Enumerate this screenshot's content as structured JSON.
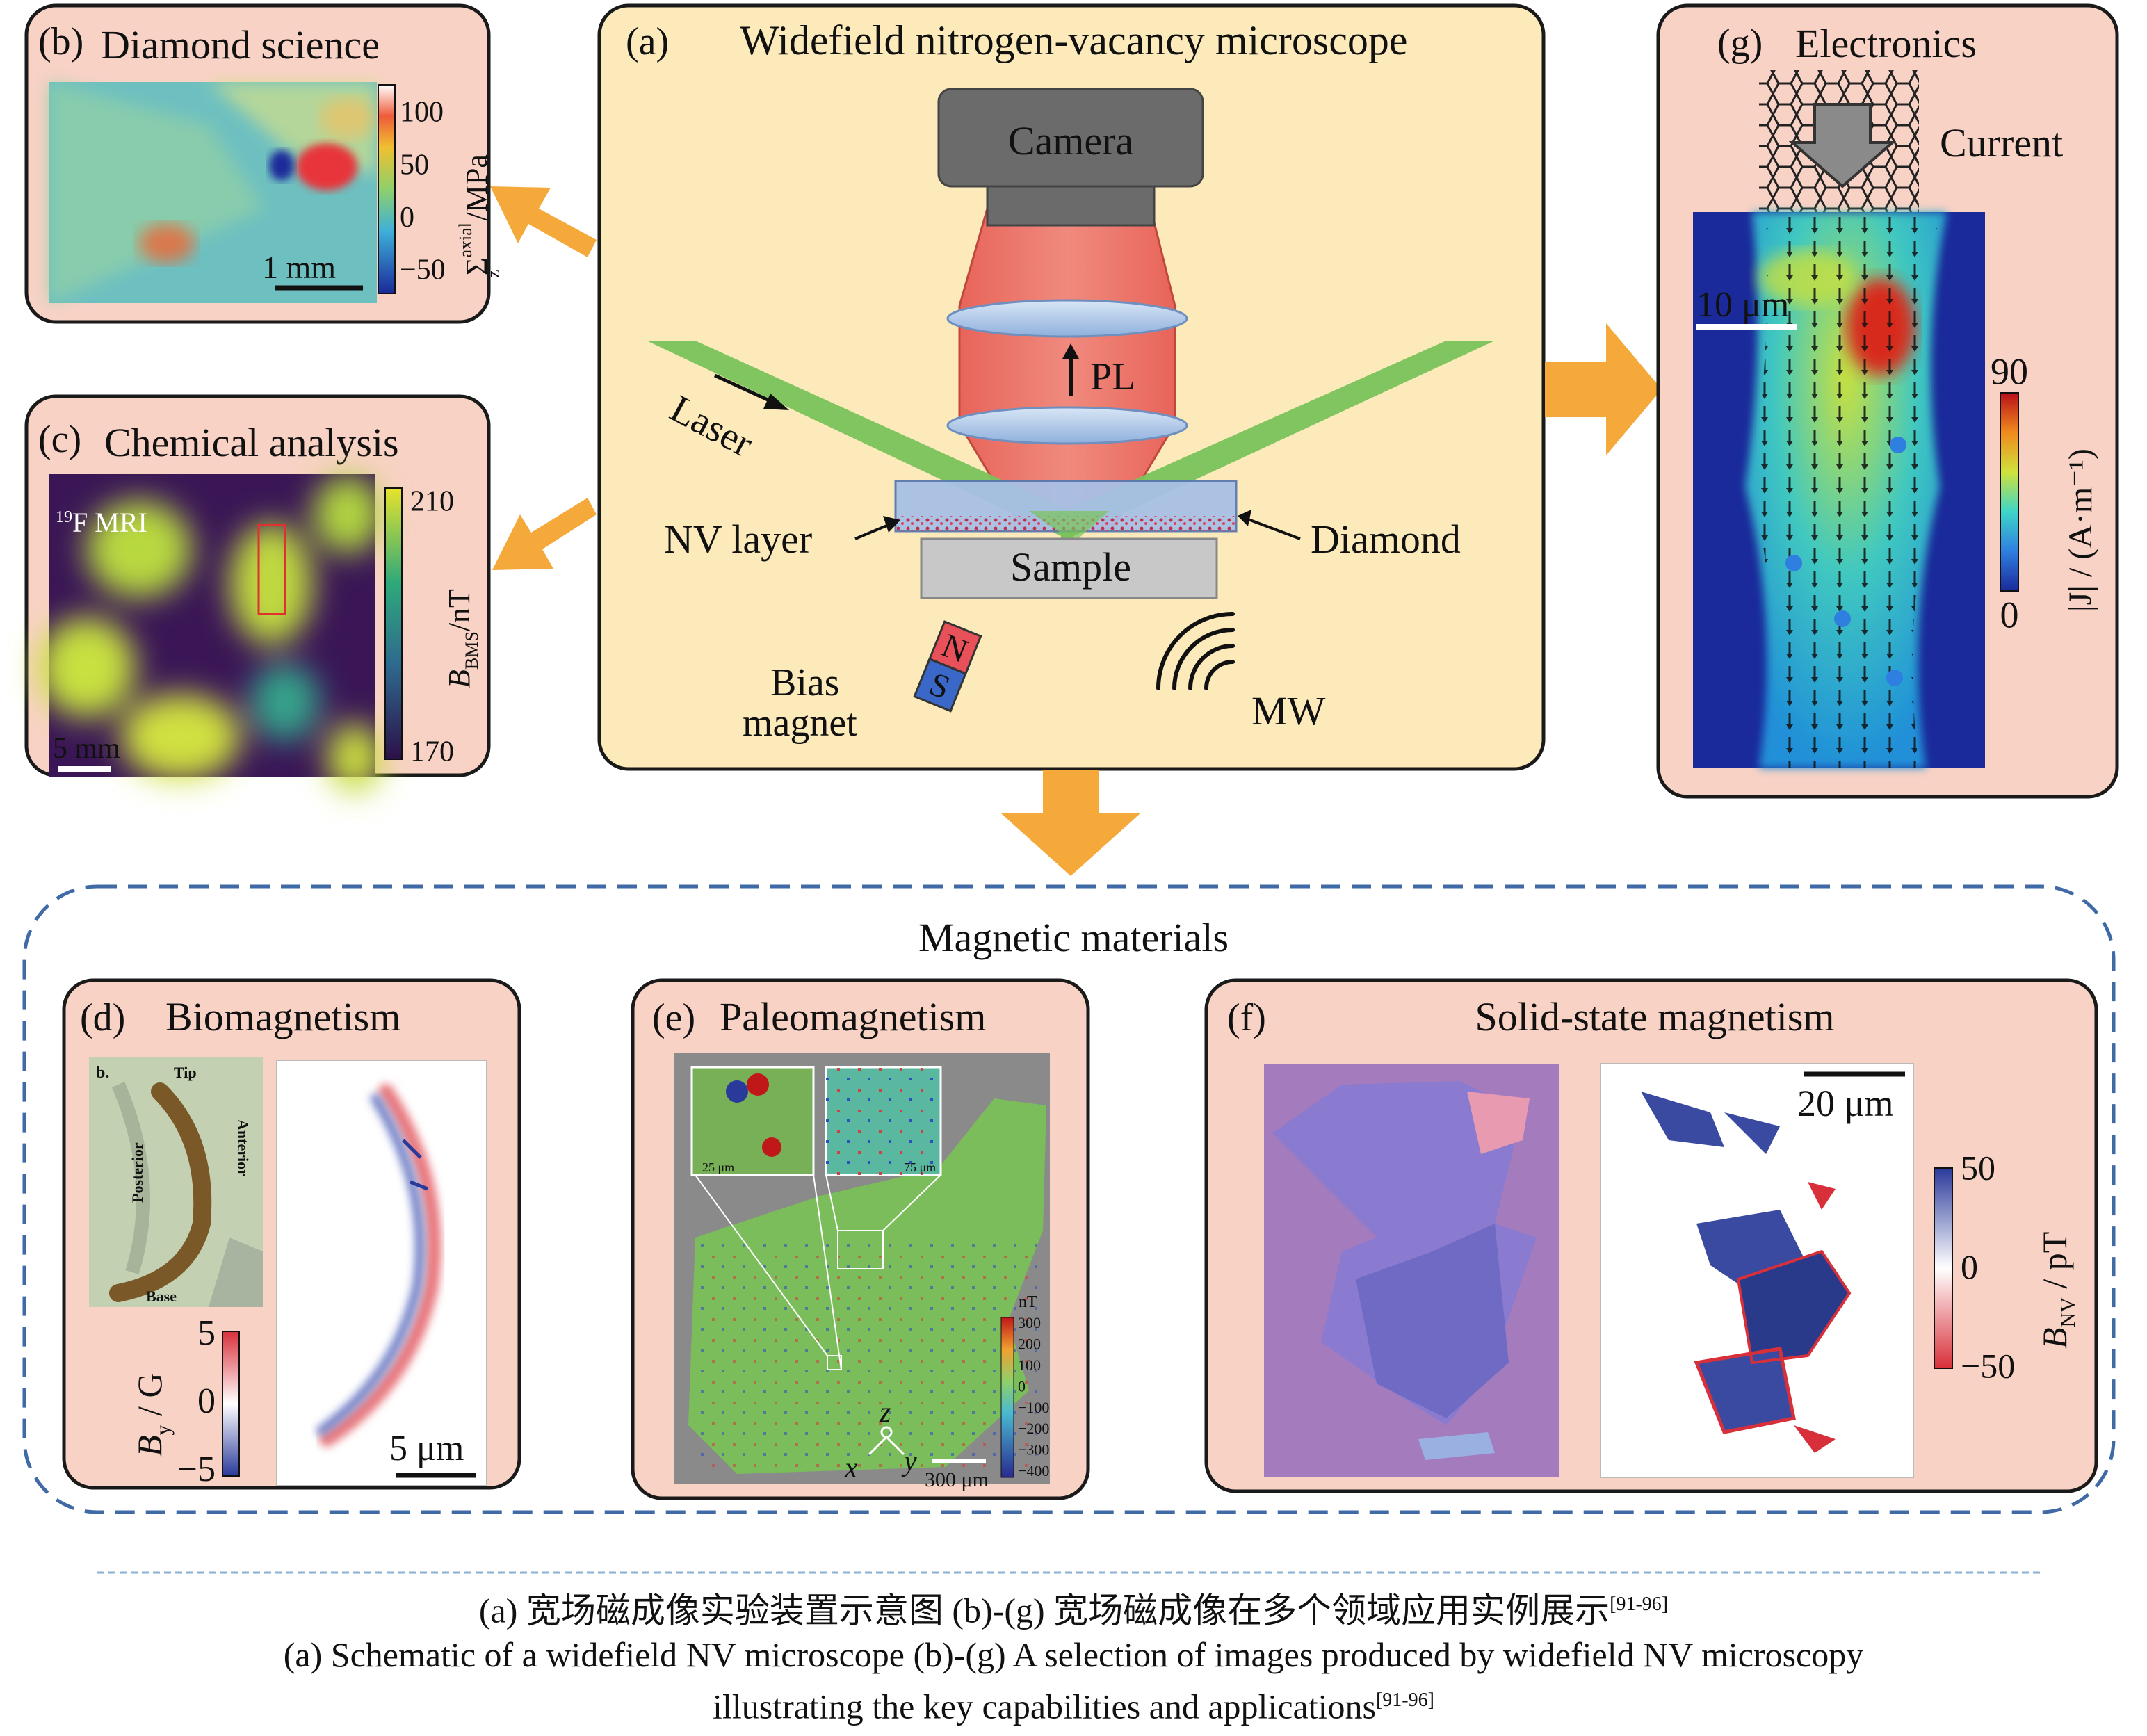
{
  "panel_a": {
    "label": "(a)",
    "title": "Widefield nitrogen-vacancy microscope",
    "camera": "Camera",
    "pl": "PL",
    "laser": "Laser",
    "nv_layer": "NV layer",
    "diamond": "Diamond",
    "sample": "Sample",
    "bias_line1": "Bias",
    "bias_line2": "magnet",
    "magnet_n": "N",
    "magnet_s": "S",
    "mw": "MW"
  },
  "panel_b": {
    "label": "(b)",
    "title": "Diamond science",
    "scale_bar": "1 mm",
    "cbar_ticks": [
      "100",
      "50",
      "0",
      "−50"
    ],
    "cbar_label_main": "Σ",
    "cbar_label_sup": "axial",
    "cbar_label_sub": "z",
    "cbar_label_unit": " /MPa"
  },
  "panel_c": {
    "label": "(c)",
    "title": "Chemical analysis",
    "inset_sup": "19",
    "inset": "F MRI",
    "scale_bar": "5 mm",
    "cbar_ticks": [
      "210",
      "170"
    ],
    "cbar_label_main": "B",
    "cbar_label_sub": "BMS",
    "cbar_label_unit": "/nT"
  },
  "panel_g": {
    "label": "(g)",
    "title": "Electronics",
    "current": "Current",
    "scale_bar": "10 μm",
    "cbar_ticks": [
      "90",
      "0"
    ],
    "cbar_label": "|J| / (A·m⁻¹)"
  },
  "group": {
    "title": "Magnetic materials"
  },
  "panel_d": {
    "label": "(d)",
    "title": "Biomagnetism",
    "photo_tag": "b.",
    "photo_labels": [
      "Tip",
      "Posterior",
      "Anterior",
      "Base"
    ],
    "cbar_ticks": [
      "5",
      "0",
      "−5"
    ],
    "cbar_label_main": "B",
    "cbar_label_sub": "y",
    "cbar_label_unit": " / G",
    "scale_bar": "5 μm"
  },
  "panel_e": {
    "label": "(e)",
    "title": "Paleomagnetism",
    "inset1_scale": "25 μm",
    "inset2_scale": "75 μm",
    "cbar_unit": "nT",
    "cbar_ticks": [
      "300",
      "200",
      "100",
      "0",
      "−100",
      "−200",
      "−300",
      "−400"
    ],
    "axis_x": "x",
    "axis_y": "y",
    "axis_z": "z",
    "scale_bar": "300 μm"
  },
  "panel_f": {
    "label": "(f)",
    "title": "Solid-state magnetism",
    "scale_bar": "20 μm",
    "cbar_ticks": [
      "50",
      "0",
      "−50"
    ],
    "cbar_label_main": "B",
    "cbar_label_sub": "NV",
    "cbar_label_unit": " / pT"
  },
  "caption": {
    "cn_part1": "(a) 宽场磁成像实验装置示意图  (b)-(g) 宽场磁成像在多个领域应用实例展示",
    "cn_ref": "[91-96]",
    "en_line1": "(a) Schematic of a widefield NV microscope  (b)-(g) A selection of images produced by widefield NV microscopy",
    "en_line2": "illustrating the key capabilities and applications",
    "en_ref": "[91-96]"
  },
  "colors": {
    "panel_fill": "#f8d2c5",
    "center_fill": "#fceabb",
    "arrow": "#f4a93a",
    "laser": "#79c35a",
    "dashed_border": "#3f6aa6"
  }
}
